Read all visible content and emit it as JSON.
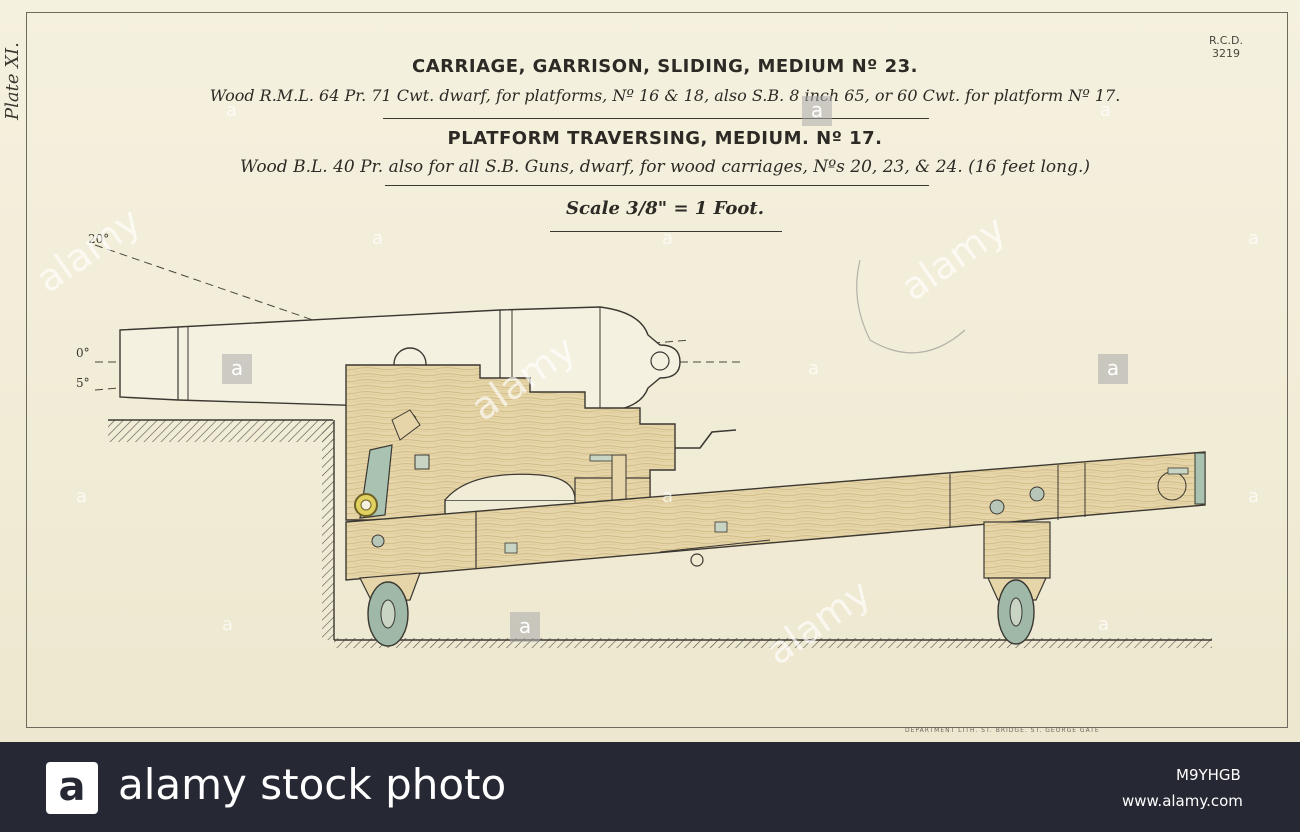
{
  "plate": {
    "side_label": "Plate XI.",
    "ref_code": "R.C.D.",
    "ref_number": "3219",
    "title_1": "CARRIAGE, GARRISON, SLIDING, MEDIUM Nº 23.",
    "subtitle_1": "Wood R.M.L. 64 Pr. 71 Cwt. dwarf, for platforms, Nº 16 & 18, also S.B. 8 inch 65, or 60 Cwt. for platform Nº 17.",
    "title_2": "PLATFORM TRAVERSING, MEDIUM. Nº 17.",
    "subtitle_2": "Wood B.L. 40 Pr. also for all S.B. Guns, dwarf, for wood carriages, Nºs 20, 23, & 24. (16 feet long.)",
    "scale": "Scale 3/8\" = 1 Foot.",
    "angle_elevation": "20°",
    "angle_zero": "0°",
    "angle_depression": "5°",
    "printer_line": "DEPARTMENT LITH. ST. BRIDGE. ST. GEORGE GATE"
  },
  "watermarks": {
    "word": "alamy",
    "letter": "a"
  },
  "footer": {
    "logo_letter": "a",
    "brand": "alamy stock photo",
    "image_code": "M9YHGB",
    "site": "www.alamy.com"
  },
  "colors": {
    "paper": "#f3eed9",
    "wood": "#e6d5a8",
    "wood_grain": "#cdb882",
    "metal_green": "#9fb8a8",
    "brass": "#d6c24a",
    "ink": "#3b3832",
    "footer_bg": "#262833"
  }
}
